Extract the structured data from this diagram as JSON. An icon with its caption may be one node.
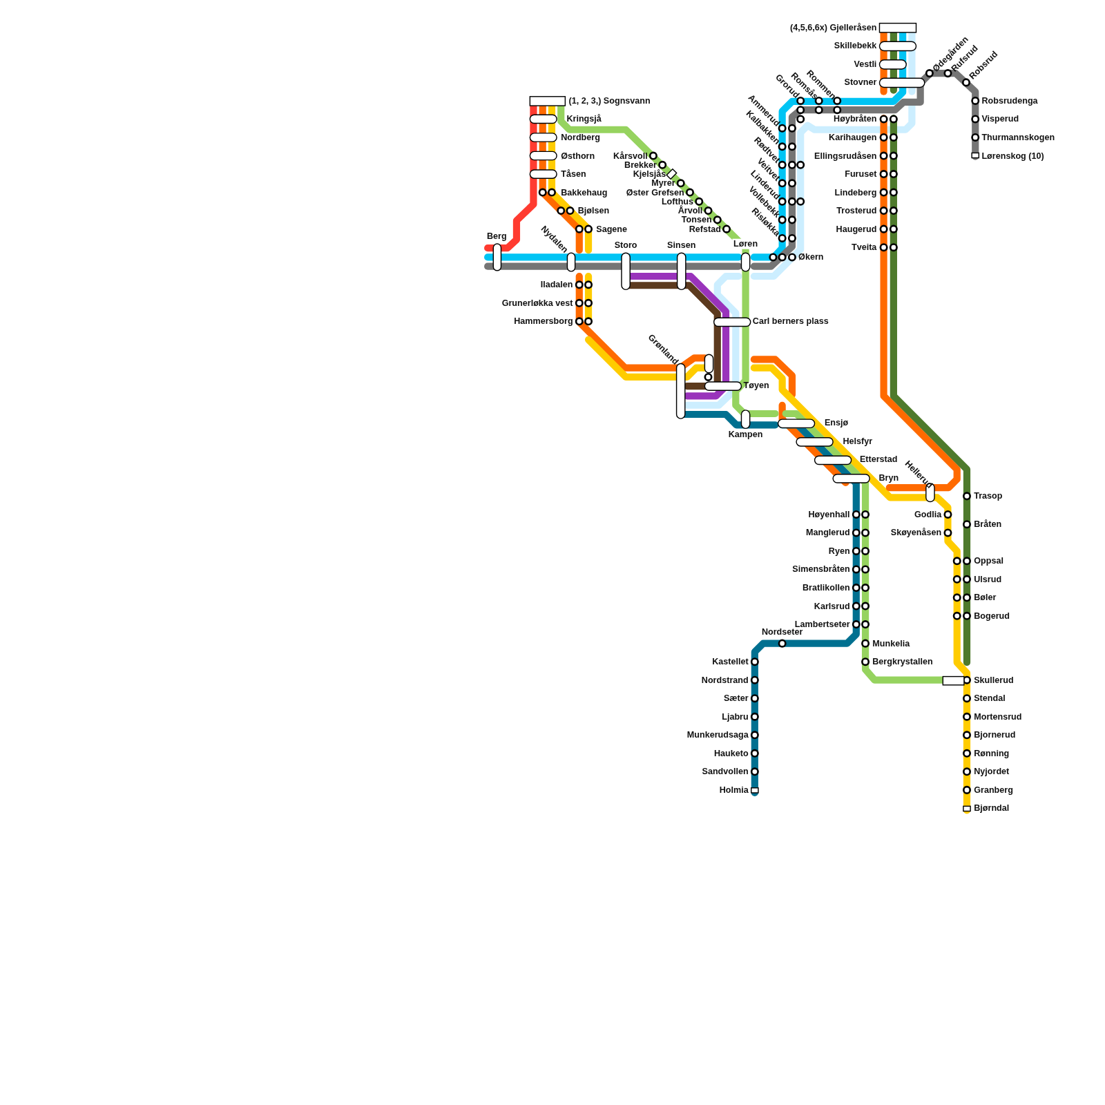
{
  "diagram": {
    "labels": [
      "(4,5,6,6x) Gjelleråsen",
      "Skillebekk",
      "Vestli",
      "Stovner",
      "Ødegården",
      "Rufsrud",
      "Robsrud",
      "(1, 2, 3,) Sognsvann",
      "Rommen",
      "Romsås",
      "Grorud",
      "Robsrudenga",
      "Kringsjå",
      "Høybråten",
      "Ammerud",
      "Visperud",
      "Nordberg",
      "Kalbakken",
      "Karihaugen",
      "Thurmannskogen",
      "Østhorn",
      "Kårsvoll",
      "Ellingsrudåsen",
      "Lørenskog (10)",
      "Brekker",
      "Rødtvet",
      "Tåsen",
      "Kjelsjås",
      "Furuset",
      "Myrer",
      "Veitvet",
      "Bakkehaug",
      "Øster Grefsen",
      "Lindeberg",
      "Linderud",
      "Lofthus",
      "Bjølsen",
      "Årvoll",
      "Trosterud",
      "Vollebekk",
      "Tonsen",
      "Refstad",
      "Sagene",
      "Haugerud",
      "Risløkka",
      "Berg",
      "Nydalen",
      "Storo",
      "Sinsen",
      "Løren",
      "Tveita",
      "Økern",
      "Iladalen",
      "Grunerløkka vest",
      "Hammersborg",
      "Carl berners plass",
      "Grønland",
      "Tøyen",
      "Ensjø",
      "Kampen",
      "Helsfyr",
      "Etterstad",
      "Bryn",
      "Hellerud",
      "Trasop",
      "Høyenhall",
      "Godlia",
      "Bråten",
      "Manglerud",
      "Skøyenåsen",
      "Ryen",
      "Oppsal",
      "Simensbråten",
      "Ulsrud",
      "Bratlikollen",
      "Bøler",
      "Karlsrud",
      "Bogerud",
      "Lambertseter",
      "Nordseter",
      "Munkelia",
      "Kastellet",
      "Bergkrystallen",
      "Nordstrand",
      "Skullerud",
      "Sæter",
      "Stendal",
      "Ljabru",
      "Mortensrud",
      "Munkerudsaga",
      "Bjornerud",
      "Hauketo",
      "Rønning",
      "Sandvollen",
      "Nyjordet",
      "Holmia",
      "Granberg",
      "Bjørndal"
    ]
  }
}
